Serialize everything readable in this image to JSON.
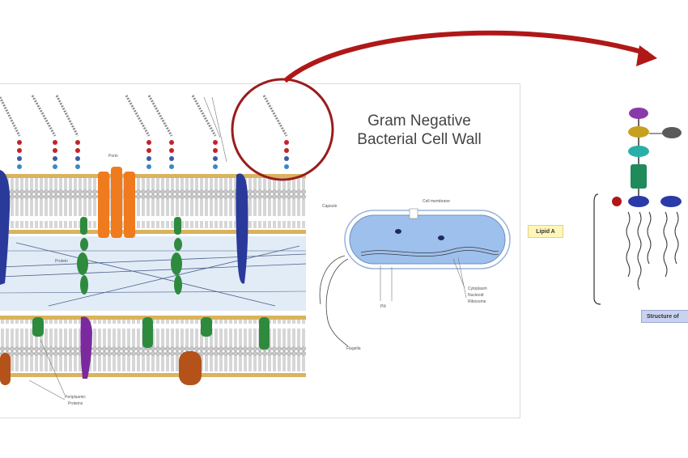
{
  "diagram": {
    "title_line1": "Gram Negative",
    "title_line2": "Bacterial Cell Wall",
    "labels": {
      "porin": "Porin",
      "protein": "Protein",
      "periplasmic_proteins_1": "Periplasmic",
      "periplasmic_proteins_2": "Proteins",
      "capsule": "Capsule",
      "cytoplasmic_membrane": "Cell membrane",
      "cytoplasm": "Cytoplasm",
      "nucleoid": "Nucleoid",
      "ribosome": "Ribosome",
      "pili": "Pili",
      "flagella": "Flagella",
      "lipid_a": "Lipid A",
      "structure": "Structure of"
    },
    "colors": {
      "membrane_gold": "#d9b35e",
      "periplasm": "#e2ecf7",
      "porin": "#f07a1e",
      "blue_protein": "#2a3a9a",
      "green_protein": "#2e8b3e",
      "purple_protein": "#7a2a9e",
      "brown_protein": "#b4521a",
      "arrow_red": "#b01818",
      "cell_blue": "#9ec0ec"
    }
  }
}
